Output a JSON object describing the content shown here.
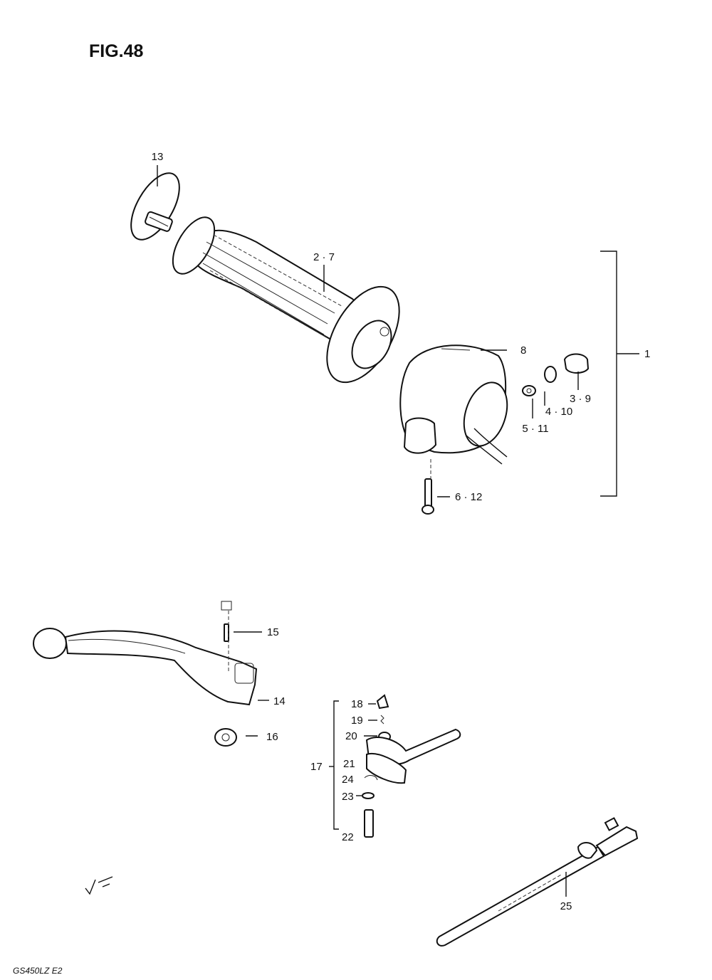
{
  "figure": {
    "title": "FIG.48",
    "footer": "GS450LZ E2"
  },
  "callouts": {
    "c1": "1",
    "c2_7": "2 · 7",
    "c3_9": "3 · 9",
    "c4_10": "4 · 10",
    "c5_11": "5 · 11",
    "c6_12": "6 · 12",
    "c8": "8",
    "c13": "13",
    "c14": "14",
    "c15": "15",
    "c16": "16",
    "c17": "17",
    "c18": "18",
    "c19": "19",
    "c20": "20",
    "c21": "21",
    "c22": "22",
    "c23": "23",
    "c24": "24",
    "c25": "25"
  }
}
